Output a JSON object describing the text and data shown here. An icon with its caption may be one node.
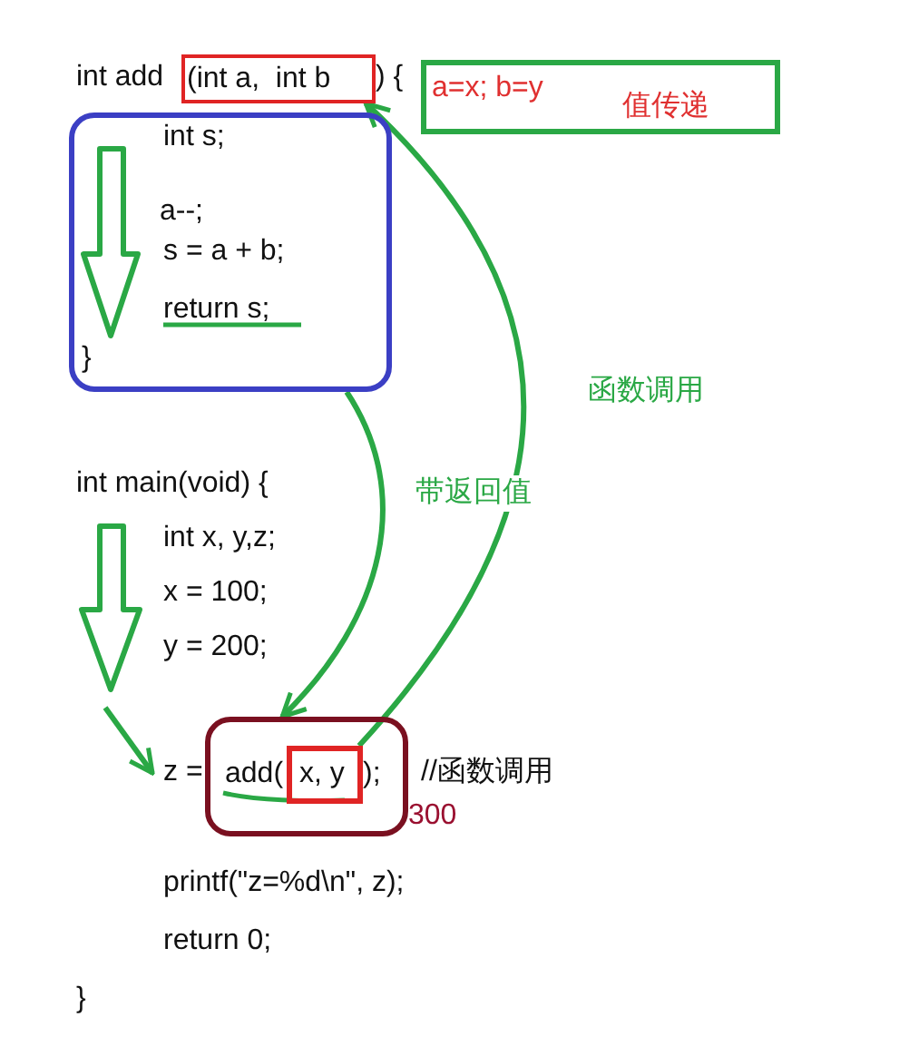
{
  "diagram": {
    "nodes": [
      {
        "text": [
          "(int a,  int b"
        ]
      },
      {
        "text": [
          "a=x; b=y",
          "值传递"
        ]
      },
      {
        "text": [
          "int s;",
          "a--;",
          "s = a + b;",
          "return s;"
        ]
      },
      {
        "text": [
          "add(",
          ");"
        ],
        "beside": [
          "300"
        ]
      },
      {
        "text": [
          "x, y"
        ],
        "in": 3
      }
    ],
    "edges": [
      {
        "from": 2,
        "to": 3,
        "arrow": "to",
        "label": "带返回值"
      },
      {
        "from": 4,
        "to": 0,
        "arrow": "to",
        "label": "函数调用"
      }
    ],
    "labels": [
      "int add",
      ") {",
      "}",
      "int main(void) {",
      "int x, y,z;",
      "x = 100;",
      "y = 200;",
      "z =",
      "//函数调用",
      "printf(\"z=%d\\n\", z);",
      "return 0;",
      "}"
    ]
  }
}
